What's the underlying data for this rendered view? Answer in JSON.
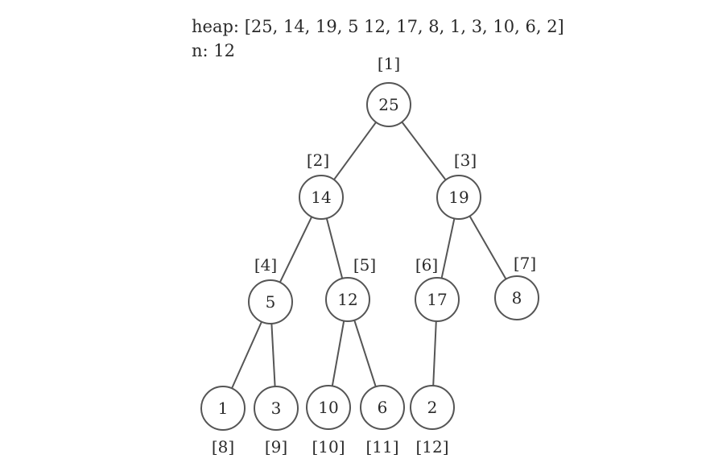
{
  "header": {
    "heap_label": "heap:",
    "heap_values": "[25, 14, 19, 5 12, 17, 8, 1, 3, 10, 6, 2]",
    "n_label": "n:",
    "n_value": "12"
  },
  "tree": {
    "nodes": [
      {
        "index": 1,
        "index_label": "[1]",
        "value": "25"
      },
      {
        "index": 2,
        "index_label": "[2]",
        "value": "14"
      },
      {
        "index": 3,
        "index_label": "[3]",
        "value": "19"
      },
      {
        "index": 4,
        "index_label": "[4]",
        "value": "5"
      },
      {
        "index": 5,
        "index_label": "[5]",
        "value": "12"
      },
      {
        "index": 6,
        "index_label": "[6]",
        "value": "17"
      },
      {
        "index": 7,
        "index_label": "[7]",
        "value": "8"
      },
      {
        "index": 8,
        "index_label": "[8]",
        "value": "1"
      },
      {
        "index": 9,
        "index_label": "[9]",
        "value": "3"
      },
      {
        "index": 10,
        "index_label": "[10]",
        "value": "10"
      },
      {
        "index": 11,
        "index_label": "[11]",
        "value": "6"
      },
      {
        "index": 12,
        "index_label": "[12]",
        "value": "2"
      }
    ],
    "edges": [
      [
        1,
        2
      ],
      [
        1,
        3
      ],
      [
        2,
        4
      ],
      [
        2,
        5
      ],
      [
        3,
        6
      ],
      [
        3,
        7
      ],
      [
        4,
        8
      ],
      [
        4,
        9
      ],
      [
        5,
        10
      ],
      [
        5,
        11
      ],
      [
        6,
        12
      ]
    ]
  }
}
